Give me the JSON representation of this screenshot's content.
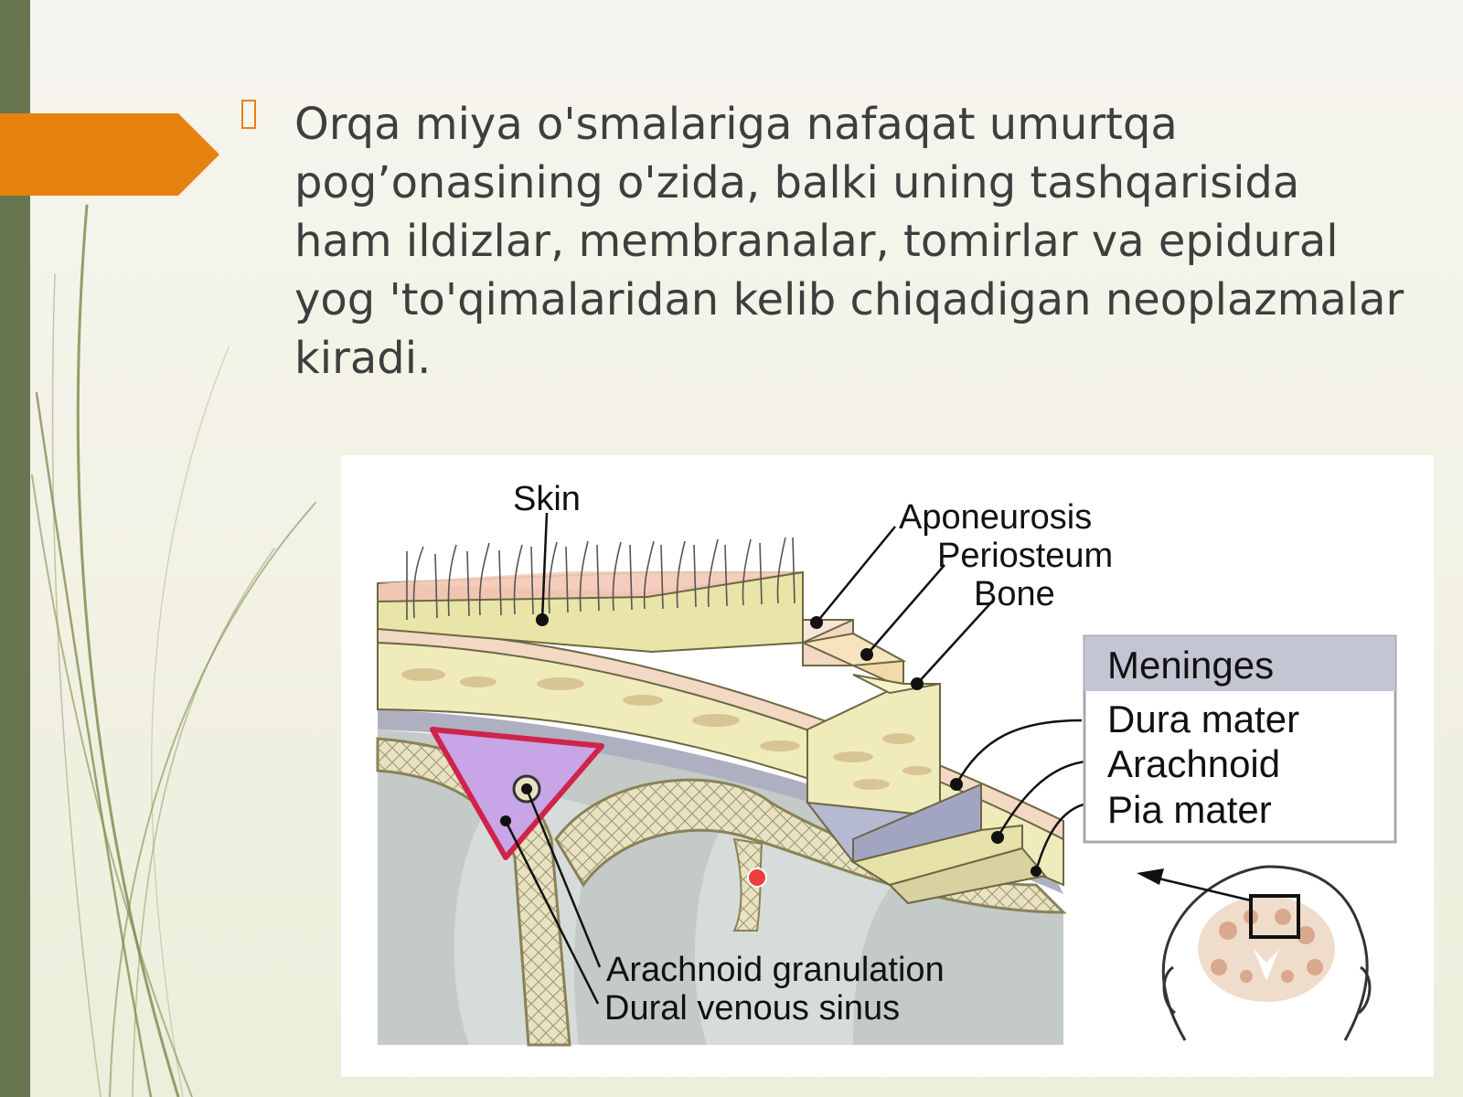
{
  "slide": {
    "body_text": "Orqa miya o'smalariga nafaqat umurtqa pog’onasining o'zida, balki uning tashqarisida ham ildizlar, membranalar, tomirlar va epidural yog 'to'qimalaridan kelib chiqadigan neoplazmalar kiradi."
  },
  "figure": {
    "labels": {
      "skin": "Skin",
      "aponeurosis": "Aponeurosis",
      "periosteum": "Periosteum",
      "bone": "Bone",
      "arachnoid_granulation": "Arachnoid granulation",
      "dural_venous_sinus": "Dural venous sinus"
    },
    "meninges_legend": {
      "title": "Meninges",
      "items": [
        "Dura mater",
        "Arachnoid",
        "Pia mater"
      ]
    }
  },
  "colors": {
    "sidebar": "#67764e",
    "arrow": "#e8820f",
    "text": "#3e3e3e"
  }
}
